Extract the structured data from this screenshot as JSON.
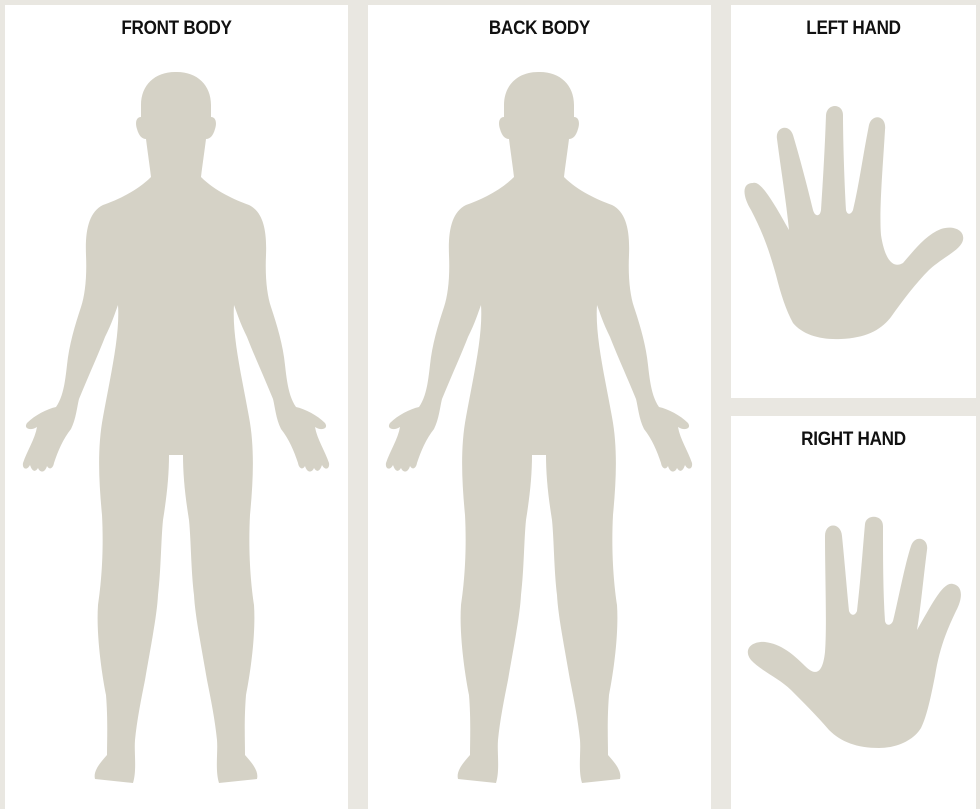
{
  "colors": {
    "background": "#e9e7e1",
    "panel": "#ffffff",
    "silhouette": "#d5d2c6",
    "title_text": "#111111"
  },
  "panels": {
    "front_body": {
      "title": "FRONT BODY"
    },
    "back_body": {
      "title": "BACK BODY"
    },
    "left_hand": {
      "title": "LEFT HAND"
    },
    "right_hand": {
      "title": "RIGHT HAND"
    }
  }
}
